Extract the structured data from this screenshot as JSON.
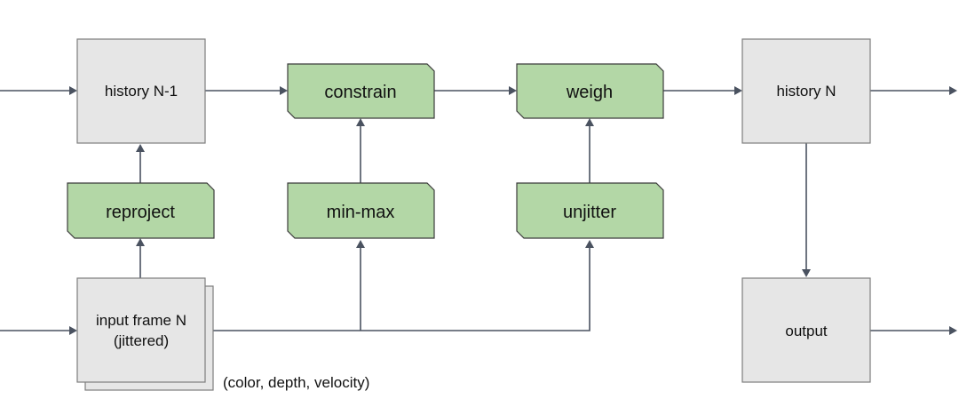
{
  "nodes": {
    "history_prev": "history N-1",
    "constrain": "constrain",
    "weigh": "weigh",
    "history_n": "history N",
    "reproject": "reproject",
    "min_max": "min-max",
    "unjitter": "unjitter",
    "input_frame": [
      "input frame N",
      "(jittered)"
    ],
    "output": "output"
  },
  "annotation": "(color, depth, velocity)",
  "colors": {
    "gray_fill": "#e6e6e6",
    "green_fill": "#b3d7a6",
    "arrow": "#4a5260"
  }
}
